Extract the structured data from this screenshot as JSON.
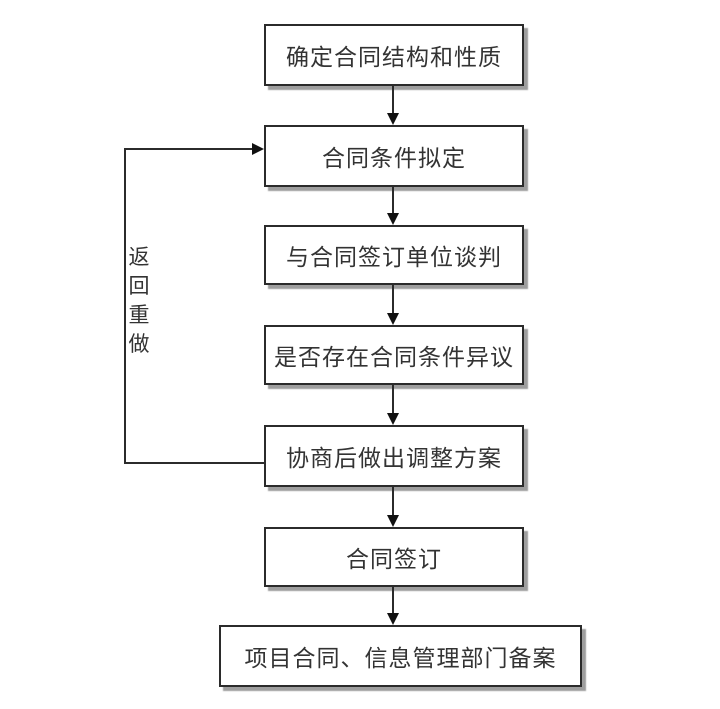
{
  "diagram": {
    "type": "flowchart",
    "direction": "top-down",
    "nodes": [
      {
        "id": "node-1",
        "label": "确定合同结构和性质"
      },
      {
        "id": "node-2",
        "label": "合同条件拟定"
      },
      {
        "id": "node-3",
        "label": "与合同签订单位谈判"
      },
      {
        "id": "node-4",
        "label": "是否存在合同条件异议"
      },
      {
        "id": "node-5",
        "label": "协商后做出调整方案"
      },
      {
        "id": "node-6",
        "label": "合同签订"
      },
      {
        "id": "node-7",
        "label": "项目合同、信息管理部门备案"
      }
    ],
    "edges": [
      {
        "from": "node-1",
        "to": "node-2",
        "style": "arrow-down"
      },
      {
        "from": "node-2",
        "to": "node-3",
        "style": "arrow-down"
      },
      {
        "from": "node-3",
        "to": "node-4",
        "style": "arrow-down"
      },
      {
        "from": "node-4",
        "to": "node-5",
        "style": "arrow-down"
      },
      {
        "from": "node-5",
        "to": "node-6",
        "style": "arrow-down"
      },
      {
        "from": "node-6",
        "to": "node-7",
        "style": "arrow-down"
      },
      {
        "from": "node-5",
        "to": "node-2",
        "style": "feedback-loop-left",
        "label": "返回重做"
      }
    ],
    "feedback_label": "返回重做",
    "colors": {
      "background": "#ffffff",
      "box_fill": "#ffffff",
      "box_border": "#2b2b2b",
      "box_shadow": "#7d7d7d",
      "line": "#2b2b2b",
      "arrowhead": "#111111",
      "text": "#333333"
    }
  }
}
